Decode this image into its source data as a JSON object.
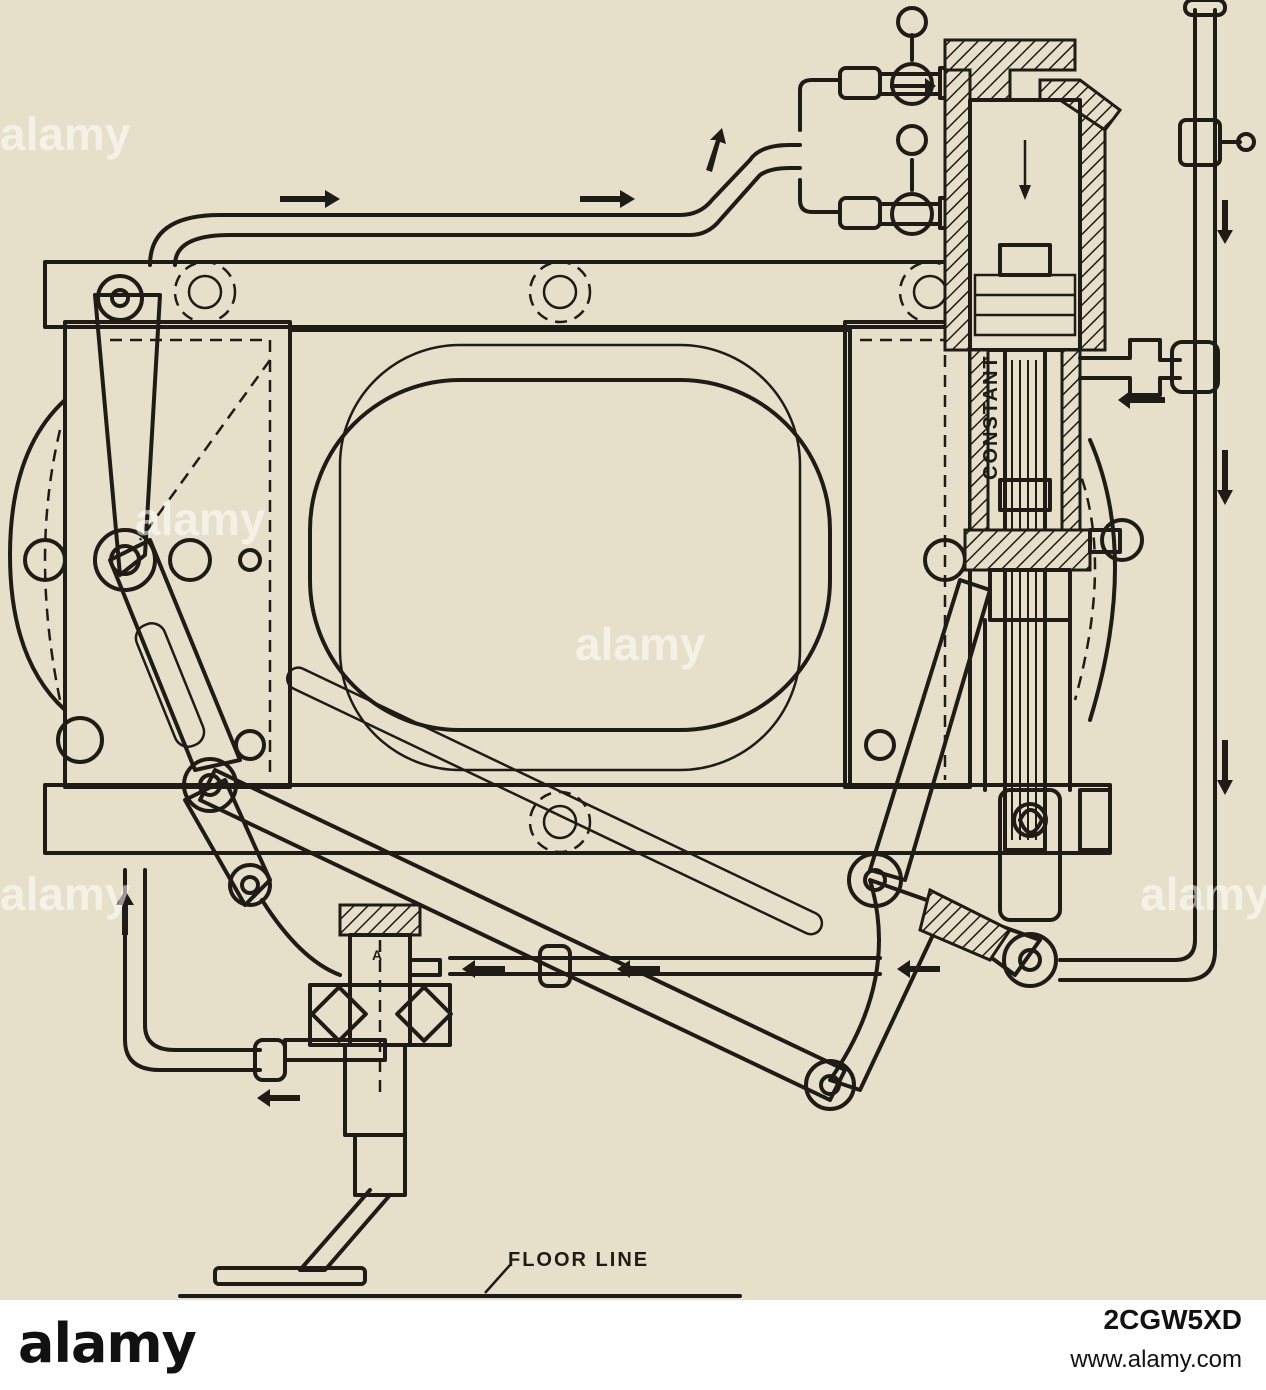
{
  "diagram": {
    "labels": {
      "cylinder": "CONSTANT",
      "floor": "FLOOR LINE",
      "valve_letter": "A"
    }
  },
  "watermark": {
    "text": "alamy"
  },
  "footer": {
    "logo": "alamy",
    "image_id": "2CGW5XD",
    "url": "www.alamy.com"
  },
  "colors": {
    "paper": "#e6dfca",
    "ink": "#1f1c17"
  }
}
